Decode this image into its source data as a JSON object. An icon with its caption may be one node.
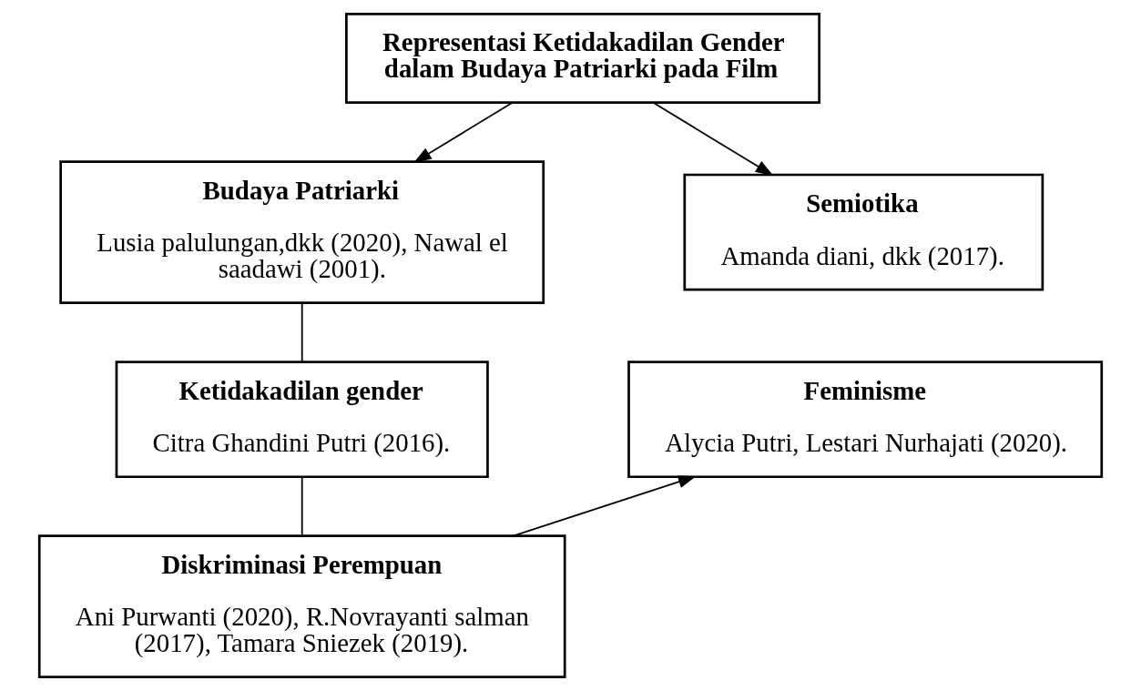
{
  "diagram": {
    "nodes": [
      {
        "text": [
          "Representasi Ketidakadilan Gender dalam Budaya Patriarki pada Film"
        ]
      },
      {
        "text": [
          "Budaya Patriarki",
          "Lusia palulungan,dkk (2020), Nawal el saadawi (2001)."
        ]
      },
      {
        "text": [
          "Semiotika",
          "Amanda diani, dkk (2017)."
        ]
      },
      {
        "text": [
          "Ketidakadilan gender",
          "Citra Ghandini Putri (2016)."
        ]
      },
      {
        "text": [
          "Feminisme",
          "Alycia Putri, Lestari Nurhajati (2020)."
        ]
      },
      {
        "text": [
          "Diskriminasi Perempuan",
          "Ani Purwanti (2020), R.Novrayanti salman (2017), Tamara Sniezek (2019)."
        ]
      }
    ],
    "edges": [
      {
        "from": 0,
        "to": 1,
        "arrow": "to"
      },
      {
        "from": 0,
        "to": 2,
        "arrow": "to"
      },
      {
        "from": 1,
        "to": 3,
        "arrow": "none"
      },
      {
        "from": 3,
        "to": 5,
        "arrow": "none"
      },
      {
        "from": 5,
        "to": 4,
        "arrow": "to"
      }
    ]
  }
}
